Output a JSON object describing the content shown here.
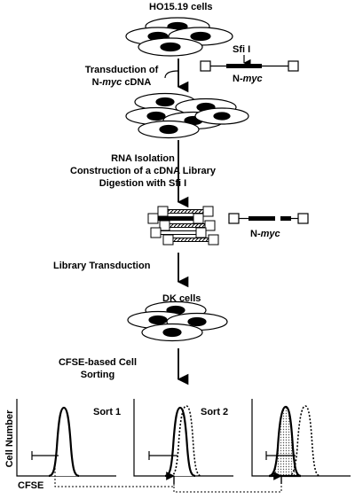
{
  "cells_top": {
    "name": "HO15.19",
    "suffix": " cells"
  },
  "step1": {
    "line1": "Transduction of",
    "line2_prefix": "N-",
    "line2_italic": "myc",
    "line2_suffix": " cDNA"
  },
  "construct": {
    "site": "Sfi I",
    "gene_prefix": "N-",
    "gene_italic": "myc"
  },
  "step2": {
    "line1": "RNA Isolation",
    "line2": "Construction of a cDNA Library",
    "line3": "Digestion with Sfi I"
  },
  "fragment": {
    "gene_prefix": "N-",
    "gene_italic": "myc"
  },
  "step3": "Library Transduction",
  "cells_bottom": "DK cells",
  "step4": {
    "line1": "CFSE-based Cell",
    "line2": "Sorting"
  },
  "plots": {
    "ylabel": "Cell Number",
    "xlabel": "CFSE",
    "panels": [
      {
        "title": "Sort 1"
      },
      {
        "title": "Sort 2"
      },
      {
        "title": ""
      }
    ]
  }
}
